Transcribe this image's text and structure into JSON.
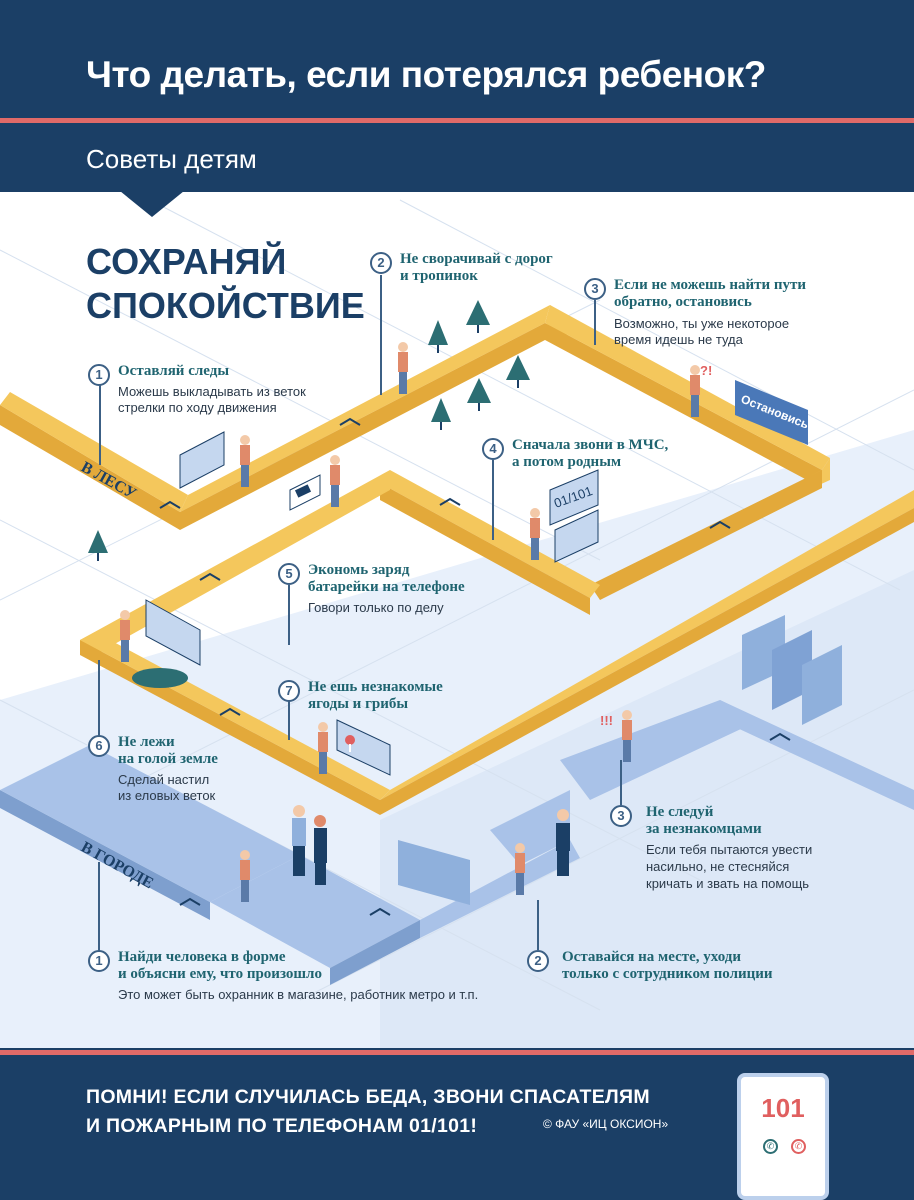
{
  "header": {
    "title": "Что делать, если потерялся ребенок?",
    "subtitle": "Советы детям"
  },
  "main": {
    "headline_line1": "СОХРАНЯЙ",
    "headline_line2": "СПОКОЙСТВИЕ",
    "forest_label": "В ЛЕСУ",
    "city_label": "В ГОРОДЕ",
    "sign_stop": "Остановись!",
    "sign_phone": "01/101",
    "shout": "!!!",
    "question": "?!"
  },
  "forest_tips": [
    {
      "num": "1",
      "title": "Оставляй следы",
      "body": [
        "Можешь выкладывать из веток",
        "стрелки по ходу движения"
      ]
    },
    {
      "num": "2",
      "title": "Не сворачивай с дорог",
      "title2": "и тропинок",
      "body": []
    },
    {
      "num": "3",
      "title": "Если не можешь найти пути",
      "title2": "обратно, остановись",
      "body": [
        "Возможно, ты уже некоторое",
        "время идешь не туда"
      ]
    },
    {
      "num": "4",
      "title": "Сначала звони в МЧС,",
      "title2": "а потом родным",
      "body": []
    },
    {
      "num": "5",
      "title": "Экономь заряд",
      "title2": "батарейки на телефоне",
      "body": [
        "Говори только по делу"
      ]
    },
    {
      "num": "6",
      "title": "Не лежи",
      "title2": "на голой земле",
      "body": [
        "Сделай настил",
        "из еловых веток"
      ]
    },
    {
      "num": "7",
      "title": "Не ешь незнакомые",
      "title2": "ягоды и грибы",
      "body": []
    }
  ],
  "city_tips": [
    {
      "num": "1",
      "title": "Найди человека в форме",
      "title2": "и объясни ему, что произошло",
      "body": [
        "Это может быть охранник в магазине, работник метро и т.п."
      ]
    },
    {
      "num": "2",
      "title": "Оставайся на месте, уходи",
      "title2": "только с сотрудником полиции",
      "body": []
    },
    {
      "num": "3",
      "title": "Не следуй",
      "title2": "за незнакомцами",
      "body": [
        "Если тебя пытаются увести",
        "насильно, не стесняйся",
        "кричать и звать на помощь"
      ]
    }
  ],
  "footer": {
    "line1": "ПОМНИ! ЕСЛИ СЛУЧИЛАСЬ БЕДА, ЗВОНИ СПАСАТЕЛЯМ",
    "line2": "И ПОЖАРНЫМ ПО ТЕЛЕФОНАМ 01/101!",
    "copyright": "© ФАУ «ИЦ ОКСИОН»",
    "phone_number": "101"
  },
  "colors": {
    "navy": "#1b3f66",
    "accent_red": "#e06a68",
    "forest_path": "#f2c45c",
    "city_path": "#a9c2e8",
    "teal_text": "#1f6470"
  },
  "icons": [
    "tree-icon",
    "person-icon",
    "police-officer-icon",
    "building-icon",
    "phone-call-icon",
    "phone-hangup-icon",
    "mushroom-icon",
    "battery-icon"
  ]
}
